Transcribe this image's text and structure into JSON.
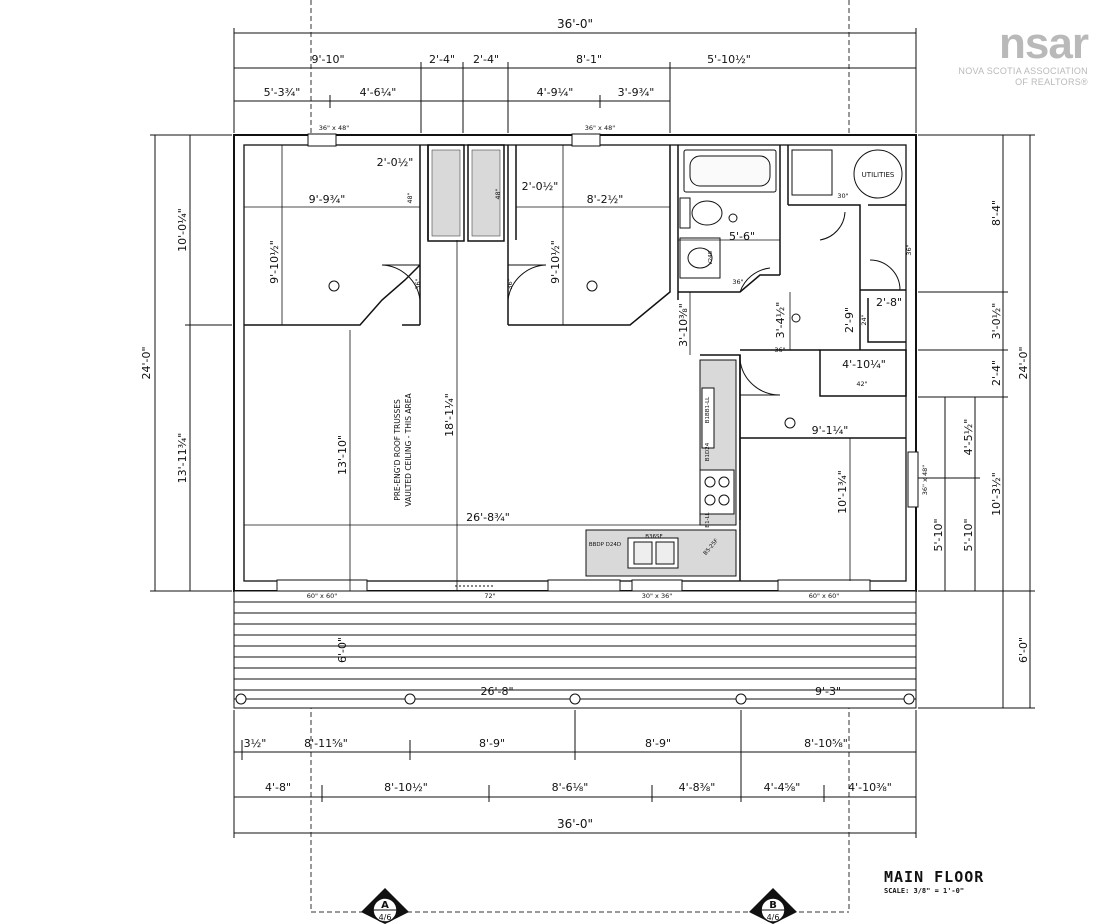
{
  "logo": {
    "mark": "nsar",
    "association": "NOVA SCOTIA ASSOCIATION",
    "of_realtors": "OF REALTORS®"
  },
  "title": {
    "name": "MAIN FLOOR",
    "scale": "SCALE: 3/8\" = 1'-0\""
  },
  "dimensions": {
    "top_overall": "36'-0\"",
    "top_row1": [
      "9'-10\"",
      "2'-4\"",
      "2'-4\"",
      "8'-1\"",
      "5'-10½\""
    ],
    "top_row2": [
      "5'-3¾\"",
      "4'-6¼\"",
      "4'-9¼\"",
      "3'-9¾\""
    ],
    "left_outer": "24'-0\"",
    "left_inner": [
      "10'-0¼\"",
      "13'-11¾\""
    ],
    "right_outer": [
      "24'-0\"",
      "6'-0\""
    ],
    "right_inner": [
      "8'-4\"",
      "3'-0½\"",
      "2'-4\"",
      "4'-5½\"",
      "10'-3½\"",
      "5'-10\"",
      "5'-10\""
    ],
    "bottom_row1": [
      "3½\"",
      "8'-11⅝\"",
      "8'-9\"",
      "8'-9\"",
      "8'-10⅝\""
    ],
    "bottom_row2": [
      "4'-8\"",
      "8'-10½\"",
      "8'-6⅛\"",
      "4'-8⅜\"",
      "4'-4⅝\"",
      "4'-10⅜\""
    ],
    "bottom_overall": "36'-0\""
  },
  "interior_labels": {
    "bed1_width": "9'-9¾\"",
    "bed1_depth": "9'-10½\"",
    "closet_width": "2'-0½\"",
    "closet2_width": "2'-0½\"",
    "bed2_width": "8'-2½\"",
    "bed2_depth": "9'-10½\"",
    "bath_width": "5'-6\"",
    "hall_depth": "3'-10⅜\"",
    "entry_depth": "3'-4½\"",
    "closet_small": "2'-8\"",
    "closet_small_d": "2'-9\"",
    "laundry_width": "4'-10¼\"",
    "bedroom3_width": "9'-1¼\"",
    "bedroom3_depth": "10'-1¾\"",
    "great_room_width": "26'-8¾\"",
    "great_room_depth": "13'-10\"",
    "great_room_depth2": "18'-1¼\"",
    "vault_note_1": "PRE-ENG'D ROOF TRUSSES",
    "vault_note_2": "VAULTED CEILING - THIS AREA",
    "utilities": "UTILITIES",
    "deck_length_1": "26'-8\"",
    "deck_length_2": "9'-3\"",
    "deck_depth": "6'-0\""
  },
  "openings": {
    "window_top_left": "36\" x 48\"",
    "window_top_mid": "36\" x 48\"",
    "window_right": "36\" x 48\"",
    "window_bottom_left": "60\" x 60\"",
    "door_bottom": "72\"",
    "window_bottom_mid": "30\" x 36\"",
    "window_bottom_right": "60\" x 60\"",
    "door_36_a": "36\"",
    "door_36_b": "36\"",
    "door_36_c": "36\"",
    "door_36_d": "36\"",
    "door_36_e": "36\"",
    "door_30": "30\"",
    "door_24": "24\"",
    "door_42": "42\"",
    "closet_48_a": "48\"",
    "closet_48_b": "48\""
  },
  "kitchen_labels": {
    "base_1": "B1BB1-LL",
    "base_2": "B1D24",
    "base_3": "B1-LL",
    "base_4": "BBDP D24D",
    "base_5": "B36SF",
    "base_6": "B5-25F",
    "vanity": "V24S"
  },
  "sections": [
    {
      "letter": "A",
      "sheet": "4/6"
    },
    {
      "letter": "B",
      "sheet": "4/6"
    }
  ]
}
